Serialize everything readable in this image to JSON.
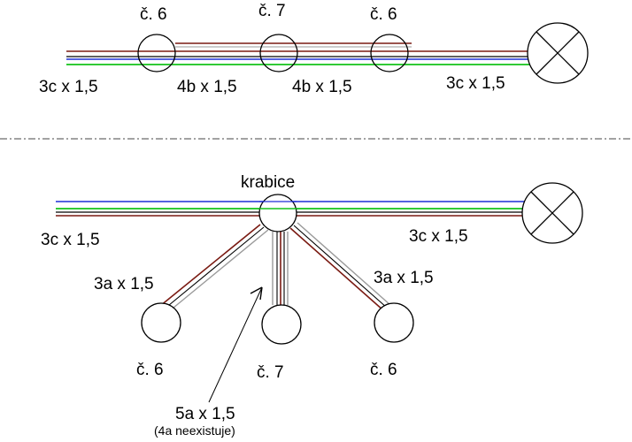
{
  "colors": {
    "brown": "#7a1a12",
    "blue": "#1d2fd6",
    "green": "#12c21a",
    "black": "#000000",
    "gray": "#9a9a9a",
    "divider": "#444444"
  },
  "top": {
    "boxes": [
      "č. 6",
      "č. 7",
      "č. 6"
    ],
    "cables": [
      "3c x 1,5",
      "4b x 1,5",
      "4b x 1,5",
      "3c x 1,5"
    ],
    "lamp_icon": "lamp-symbol-icon"
  },
  "bottom": {
    "junction_label": "krabice",
    "cable_left": "3c x 1,5",
    "cable_right": "3c x 1,5",
    "branch_left": "3a x 1,5",
    "branch_right": "3a x 1,5",
    "boxes": [
      "č. 6",
      "č. 7",
      "č. 6"
    ],
    "note_main": "5a x 1,5",
    "note_sub": "(4a neexistuje)",
    "lamp_icon": "lamp-symbol-icon"
  }
}
